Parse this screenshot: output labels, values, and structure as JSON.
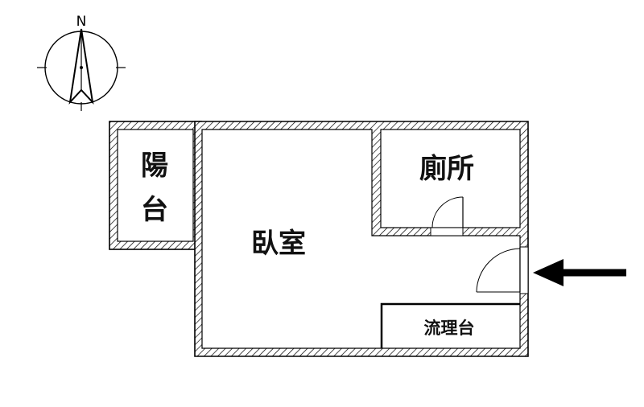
{
  "compass": {
    "north_label": "N"
  },
  "rooms": {
    "balcony_line1": "陽",
    "balcony_line2": "台",
    "toilet": "廁所",
    "bedroom": "臥室",
    "counter": "流理台"
  },
  "entrance_arrow": {
    "direction": "west"
  },
  "colors": {
    "wall": "#000000",
    "hatch": "#000000",
    "background": "#ffffff"
  }
}
